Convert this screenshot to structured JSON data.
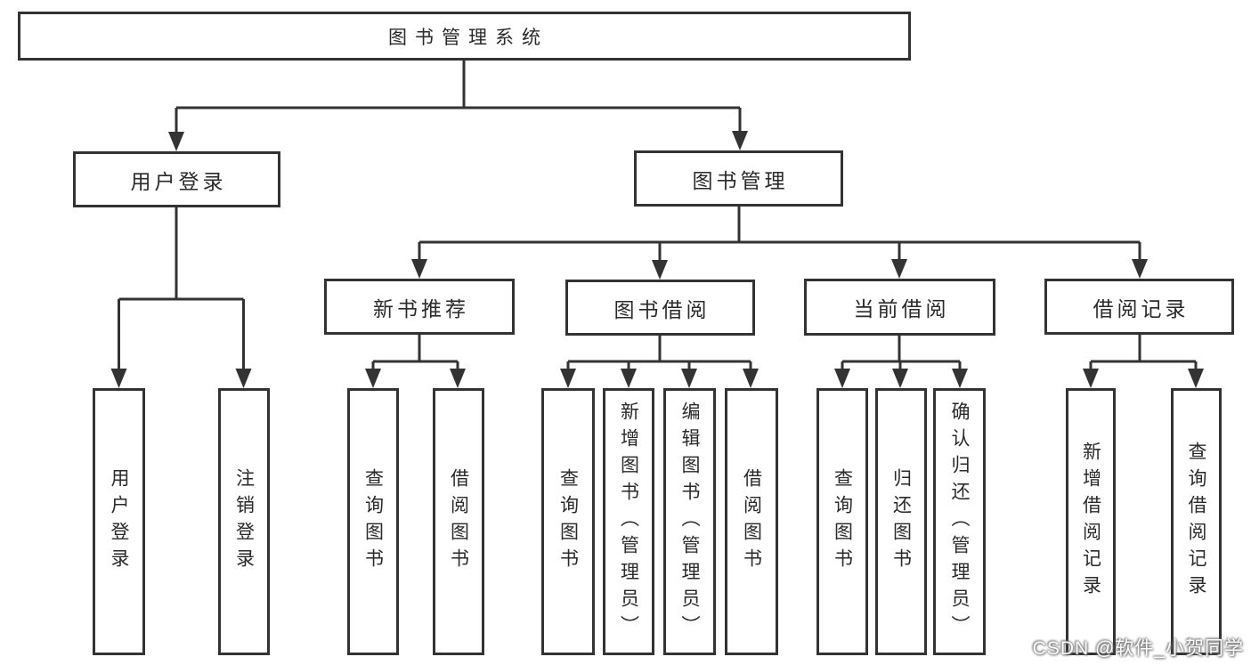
{
  "diagram_type": "hierarchy-tree",
  "colors": {
    "line": "#333333",
    "box_border": "#333333",
    "box_background": "#ffffff",
    "text": "#2a2a2a",
    "page_background": "#ffffff",
    "watermark_fill": "#fdfdfd",
    "watermark_outline": "#6e6e6e"
  },
  "tree": {
    "root": {
      "label": "图书管理系统",
      "children": [
        {
          "label": "用户登录",
          "children": [
            {
              "label": "用户登录"
            },
            {
              "label": "注销登录"
            }
          ]
        },
        {
          "label": "图书管理",
          "children": [
            {
              "label": "新书推荐",
              "children": [
                {
                  "label": "查询图书"
                },
                {
                  "label": "借阅图书"
                }
              ]
            },
            {
              "label": "图书借阅",
              "children": [
                {
                  "label": "查询图书"
                },
                {
                  "label": "新增图书（管理员）"
                },
                {
                  "label": "编辑图书（管理员）"
                },
                {
                  "label": "借阅图书"
                }
              ]
            },
            {
              "label": "当前借阅",
              "children": [
                {
                  "label": "查询图书"
                },
                {
                  "label": "归还图书"
                },
                {
                  "label": "确认归还（管理员）"
                }
              ]
            },
            {
              "label": "借阅记录",
              "children": [
                {
                  "label": "新增借阅记录"
                },
                {
                  "label": "查询借阅记录"
                }
              ]
            }
          ]
        }
      ]
    }
  },
  "watermark": {
    "text": "CSDN @软件_小贺同学"
  }
}
